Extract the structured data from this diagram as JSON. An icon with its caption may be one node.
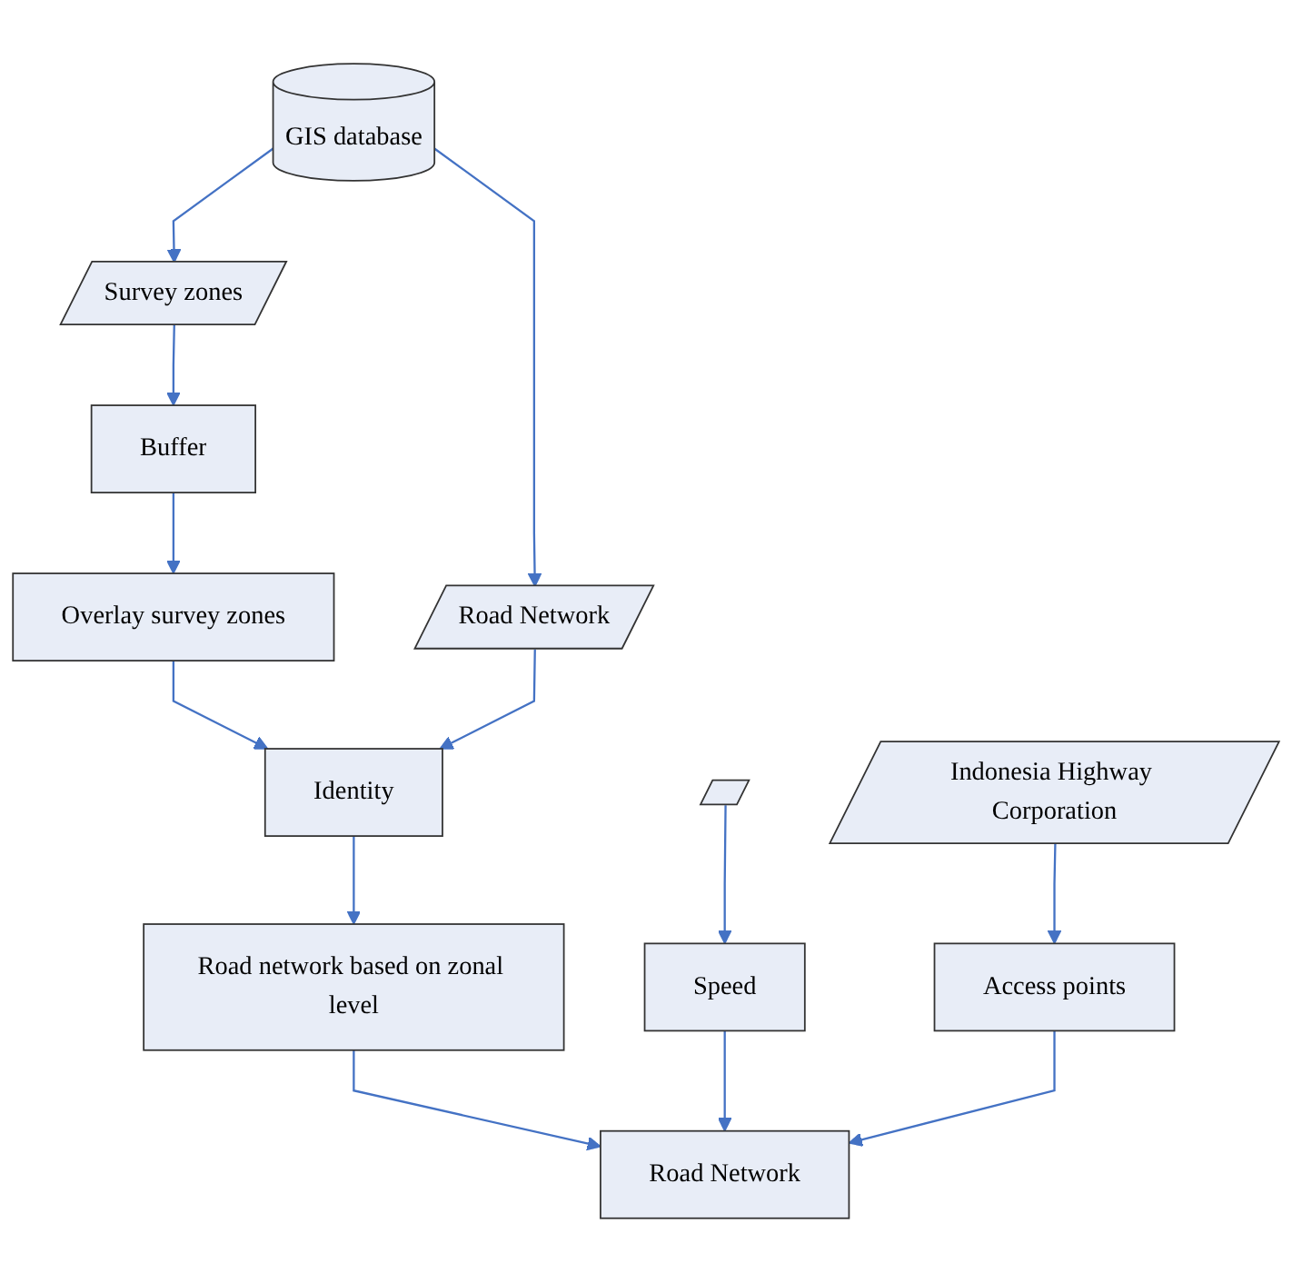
{
  "diagram": {
    "nodes": [
      {
        "text": [
          "Buffer"
        ]
      },
      {
        "text": [
          "Survey zones"
        ]
      },
      {
        "text": [
          "GIS database"
        ]
      },
      {
        "text": [
          "Overlay survey zones"
        ]
      },
      {
        "text": [
          "Road Network"
        ]
      },
      {
        "text": [
          "Identity"
        ]
      },
      {
        "text": [],
        "shape": "parallelogram"
      },
      {
        "text": [
          "Indonesia Highway Corporation"
        ]
      },
      {
        "text": [
          "Road network based on zonal level"
        ]
      },
      {
        "text": [
          "Speed"
        ]
      },
      {
        "text": [
          "Access points"
        ]
      },
      {
        "text": [
          "Road Network"
        ]
      }
    ],
    "edges": [
      {
        "from": 2,
        "to": 1,
        "arrow": "to"
      },
      {
        "from": 1,
        "to": 0,
        "arrow": "to"
      },
      {
        "from": 2,
        "to": 4,
        "arrow": "to"
      },
      {
        "from": 0,
        "to": 3,
        "arrow": "to"
      },
      {
        "from": 3,
        "to": 5,
        "arrow": "to"
      },
      {
        "from": 4,
        "to": 5,
        "arrow": "to"
      },
      {
        "from": 5,
        "to": 8,
        "arrow": "to"
      },
      {
        "from": 6,
        "to": 9,
        "arrow": "to"
      },
      {
        "from": 7,
        "to": 10,
        "arrow": "to"
      },
      {
        "from": 8,
        "to": 11,
        "arrow": "to"
      },
      {
        "from": 9,
        "to": 11,
        "arrow": "to"
      },
      {
        "from": 10,
        "to": 11,
        "arrow": "to"
      }
    ]
  }
}
